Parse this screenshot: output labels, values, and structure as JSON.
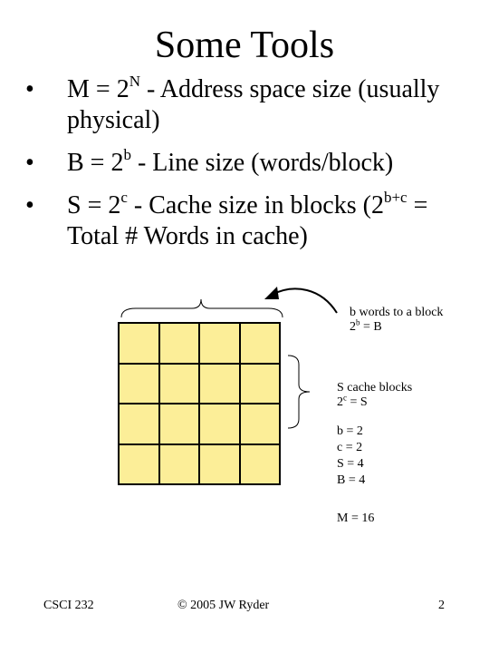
{
  "title": "Some Tools",
  "bullets": [
    {
      "pre": "M = 2",
      "sup": "N",
      "post": " - Address space size (usually physical)"
    },
    {
      "pre": "B = 2",
      "sup": "b",
      "post": " - Line size (words/block)"
    },
    {
      "pre": "S = 2",
      "sup": "c",
      "post": " - Cache size in blocks (2",
      "sup2": "b+c",
      "post2": " = Total # Words in cache)"
    }
  ],
  "bullet_char": "•",
  "annotations": {
    "block_words": {
      "line1": "b words to a block",
      "line2_pre": "2",
      "line2_sup": "b",
      "line2_post": " = B"
    },
    "cache_blocks": {
      "line1": "S cache blocks",
      "line2_pre": "2",
      "line2_sup": "c",
      "line2_post": " = S"
    },
    "values": [
      "b = 2",
      "c = 2",
      "S = 4",
      "B = 4"
    ],
    "memory": "M = 16"
  },
  "grid": {
    "rows": 4,
    "cols": 4,
    "fill_color": "#fcee98"
  },
  "footer": {
    "left": "CSCI 232",
    "center": "© 2005 JW Ryder",
    "right": "2"
  }
}
